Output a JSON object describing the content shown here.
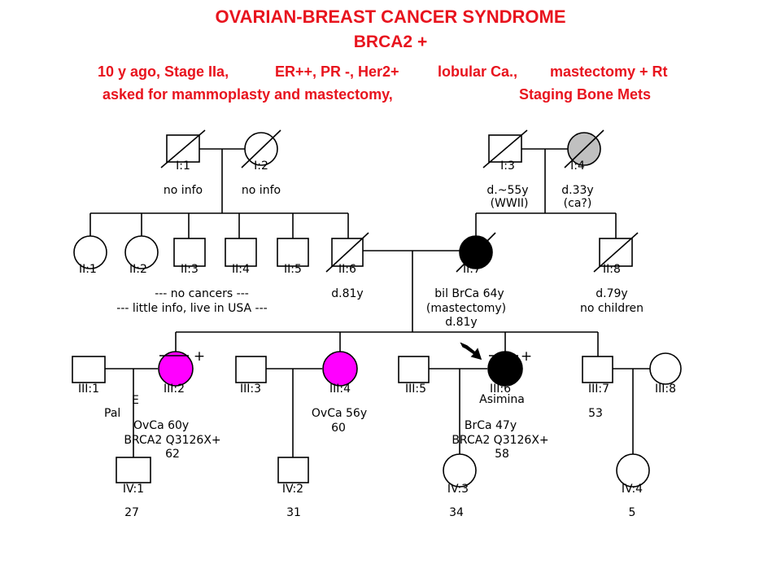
{
  "header": {
    "title": "OVARIAN-BREAST CANCER SYNDROME",
    "subtitle": "BRCA2 +",
    "note_line1": [
      "10 y ago, Stage IIa,",
      "ER++, PR -, Her2+",
      "lobular Ca.,",
      "mastectomy + Rt"
    ],
    "note_line2": [
      "asked  for   mammoplasty and  mastectomy,",
      "Staging  Bone Mets"
    ],
    "color": "#e8141e"
  },
  "colors": {
    "line": "#000000",
    "affected_breast": "#000000",
    "affected_ovarian": "#ff00ff",
    "uncertain": "#c0c0c0"
  },
  "individuals": [
    {
      "id": "I:1",
      "sex": "male",
      "deceased": true,
      "status": "unaffected",
      "notes": [
        "no info"
      ]
    },
    {
      "id": "I:2",
      "sex": "female",
      "deceased": true,
      "status": "unaffected",
      "notes": [
        "no info"
      ]
    },
    {
      "id": "I:3",
      "sex": "male",
      "deceased": true,
      "status": "unaffected",
      "notes": [
        "d.~55y",
        "(WWII)"
      ]
    },
    {
      "id": "I:4",
      "sex": "female",
      "deceased": true,
      "status": "uncertain",
      "notes": [
        "d.33y",
        "(ca?)"
      ]
    },
    {
      "id": "II:1",
      "sex": "female",
      "deceased": false,
      "status": "unaffected",
      "notes": []
    },
    {
      "id": "II:2",
      "sex": "female",
      "deceased": false,
      "status": "unaffected",
      "notes": []
    },
    {
      "id": "II:3",
      "sex": "male",
      "deceased": false,
      "status": "unaffected",
      "notes": []
    },
    {
      "id": "II:4",
      "sex": "male",
      "deceased": false,
      "status": "unaffected",
      "notes": []
    },
    {
      "id": "II:5",
      "sex": "male",
      "deceased": false,
      "status": "unaffected",
      "notes": []
    },
    {
      "id": "II:6",
      "sex": "male",
      "deceased": true,
      "status": "unaffected",
      "notes": [
        "d.81y"
      ]
    },
    {
      "id": "II:7",
      "sex": "female",
      "deceased": true,
      "status": "breast",
      "notes": [
        "bil BrCa 64y",
        "(mastectomy)",
        "d.81y"
      ]
    },
    {
      "id": "II:8",
      "sex": "male",
      "deceased": true,
      "status": "unaffected",
      "notes": [
        "d.79y",
        "no children"
      ]
    },
    {
      "id": "III:1",
      "sex": "male",
      "deceased": false,
      "status": "unaffected",
      "notes": []
    },
    {
      "id": "III:2",
      "sex": "female",
      "deceased": false,
      "status": "ovarian",
      "carrier": "+",
      "notes": [
        "OvCa 60y",
        "BRCA2 Q3126X+",
        "62"
      ]
    },
    {
      "id": "III:3",
      "sex": "male",
      "deceased": false,
      "status": "unaffected",
      "notes": []
    },
    {
      "id": "III:4",
      "sex": "female",
      "deceased": false,
      "status": "ovarian",
      "notes": [
        "OvCa 56y",
        "60"
      ]
    },
    {
      "id": "III:5",
      "sex": "male",
      "deceased": false,
      "status": "unaffected",
      "notes": []
    },
    {
      "id": "III:6",
      "sex": "female",
      "deceased": false,
      "status": "breast",
      "carrier": "+",
      "proband": true,
      "name": "Asimina",
      "notes": [
        "BrCa 47y",
        "BRCA2 Q3126X+",
        "58"
      ]
    },
    {
      "id": "III:7",
      "sex": "male",
      "deceased": false,
      "status": "unaffected",
      "notes": [
        "53"
      ]
    },
    {
      "id": "III:8",
      "sex": "female",
      "deceased": false,
      "status": "unaffected",
      "notes": []
    },
    {
      "id": "IV:1",
      "sex": "male",
      "deceased": false,
      "status": "unaffected",
      "notes": [
        "27"
      ]
    },
    {
      "id": "IV:2",
      "sex": "male",
      "deceased": false,
      "status": "unaffected",
      "notes": [
        "31"
      ]
    },
    {
      "id": "IV:3",
      "sex": "female",
      "deceased": false,
      "status": "unaffected",
      "notes": [
        "34"
      ]
    },
    {
      "id": "IV:4",
      "sex": "female",
      "deceased": false,
      "status": "unaffected",
      "notes": [
        "5"
      ]
    }
  ],
  "group_notes": [
    "--- no cancers ---",
    "--- little info, live in USA ---"
  ],
  "overlap_fragments": [
    "E",
    "Pal"
  ]
}
